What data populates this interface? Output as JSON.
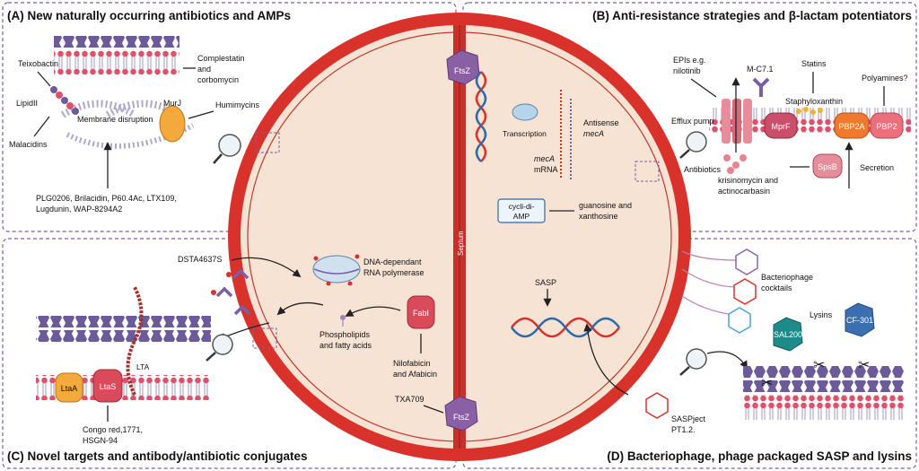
{
  "panels": {
    "a_title": "(A) New naturally occurring antibiotics and AMPs",
    "b_title": "(B) Anti-resistance strategies and β-lactam potentiators",
    "c_title": "(C) Novel targets and antibody/antibiotic conjugates",
    "d_title": "(D) Bacteriophage, phage packaged SASP and lysins"
  },
  "cell": {
    "septum": "Septum",
    "ftsz_top": "FtsZ",
    "ftsz_bottom": "FtsZ"
  },
  "panel_a": {
    "teixobactin": "Teixobactin",
    "lipidii": "LipidII",
    "malacidins": "Malacidins",
    "complestatin_1": "Complestatin",
    "complestatin_2": "and",
    "complestatin_3": "corbomycin",
    "humimycins": "Humimycins",
    "murj": "MurJ",
    "membrane_disruption": "Membrane disruption",
    "amps_1": "PLG0206, Brilacidin, P60.4Ac, LTX109,",
    "amps_2": "Lugdunin, WAP-8294A2"
  },
  "panel_b": {
    "transcription": "Transcription",
    "antisense_1": "Antisense",
    "antisense_2": "mecA",
    "meca_1": "mecA",
    "meca_2": "mRNA",
    "cyclic_1": "cycli-di-",
    "cyclic_2": "AMP",
    "guanosine_1": "guanosine and",
    "guanosine_2": "xanthosine",
    "epis_1": "EPIs e.g.",
    "epis_2": "nilotinib",
    "efflux": "Efflux pump",
    "mc71": "M-C7.1",
    "statins": "Statins",
    "staphyloxanthin": "Staphyloxanthin",
    "polyamines": "Polyamines?",
    "mprf": "MprF",
    "pbp2a": "PBP2A",
    "pbp2": "PBP2",
    "antibiotics": "Antibiotics",
    "spsb": "SpsB",
    "secretion": "Secretion",
    "krisino_1": "krisinomycin and",
    "krisino_2": "actinocarbasin"
  },
  "panel_c": {
    "dsta": "DSTA4637S",
    "rnap_1": "DNA-dependant",
    "rnap_2": "RNA polymerase",
    "fabi": "FabI",
    "phospho_1": "Phospholipids",
    "phospho_2": "and fatty acids",
    "nilo_1": "Nilofabicin",
    "nilo_2": "and Afabicin",
    "txa": "TXA709",
    "lta": "LTA",
    "ltaa": "LtaA",
    "ltas": "LtaS",
    "congo_1": "Congo red,1771,",
    "congo_2": "HSGN-94"
  },
  "panel_d": {
    "sasp": "SASP",
    "phage_1": "Bacteriophage",
    "phage_2": "cocktails",
    "lysins": "Lysins",
    "sal200": "SAL200",
    "cf301": "CF-301",
    "saspject_1": "SASPject",
    "saspject_2": "PT1.2."
  }
}
